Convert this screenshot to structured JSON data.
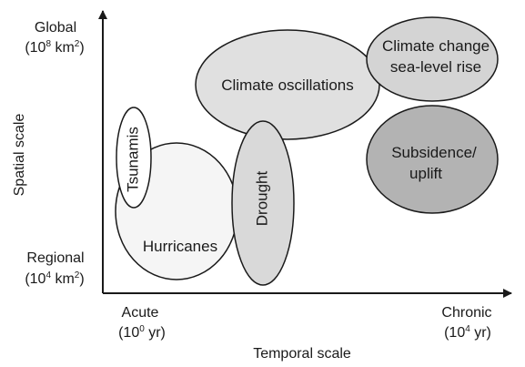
{
  "axes": {
    "x_title": "Temporal scale",
    "y_title": "Spatial scale",
    "y_top_label": "Global",
    "y_top_base": "(10",
    "y_top_exp": "8",
    "y_top_unit": " km",
    "y_top_unit_exp": "2",
    "y_top_close": ")",
    "y_bottom_label": "Regional",
    "y_bottom_base": "(10",
    "y_bottom_exp": "4",
    "y_bottom_unit": " km",
    "y_bottom_unit_exp": "2",
    "y_bottom_close": ")",
    "x_left_label": "Acute",
    "x_left_base": "(10",
    "x_left_exp": "0",
    "x_left_unit": " yr)",
    "x_right_label": "Chronic",
    "x_right_base": "(10",
    "x_right_exp": "4",
    "x_right_unit": " yr)"
  },
  "regions": {
    "hurricanes": "Hurricanes",
    "tsunamis": "Tsunamis",
    "drought": "Drought",
    "climate_oscillations": "Climate oscillations",
    "climate_change_line1": "Climate change",
    "climate_change_line2": "sea-level rise",
    "subsidence_line1": "Subsidence/",
    "subsidence_line2": "uplift"
  },
  "colors": {
    "hurricanes_fill": "#f5f5f5",
    "tsunamis_fill": "#ffffff",
    "drought_fill": "#d9d9d9",
    "climate_oscillations_fill": "#e0e0e0",
    "climate_change_fill": "#d4d4d4",
    "subsidence_fill": "#b3b3b3",
    "axis": "#1a1a1a"
  }
}
